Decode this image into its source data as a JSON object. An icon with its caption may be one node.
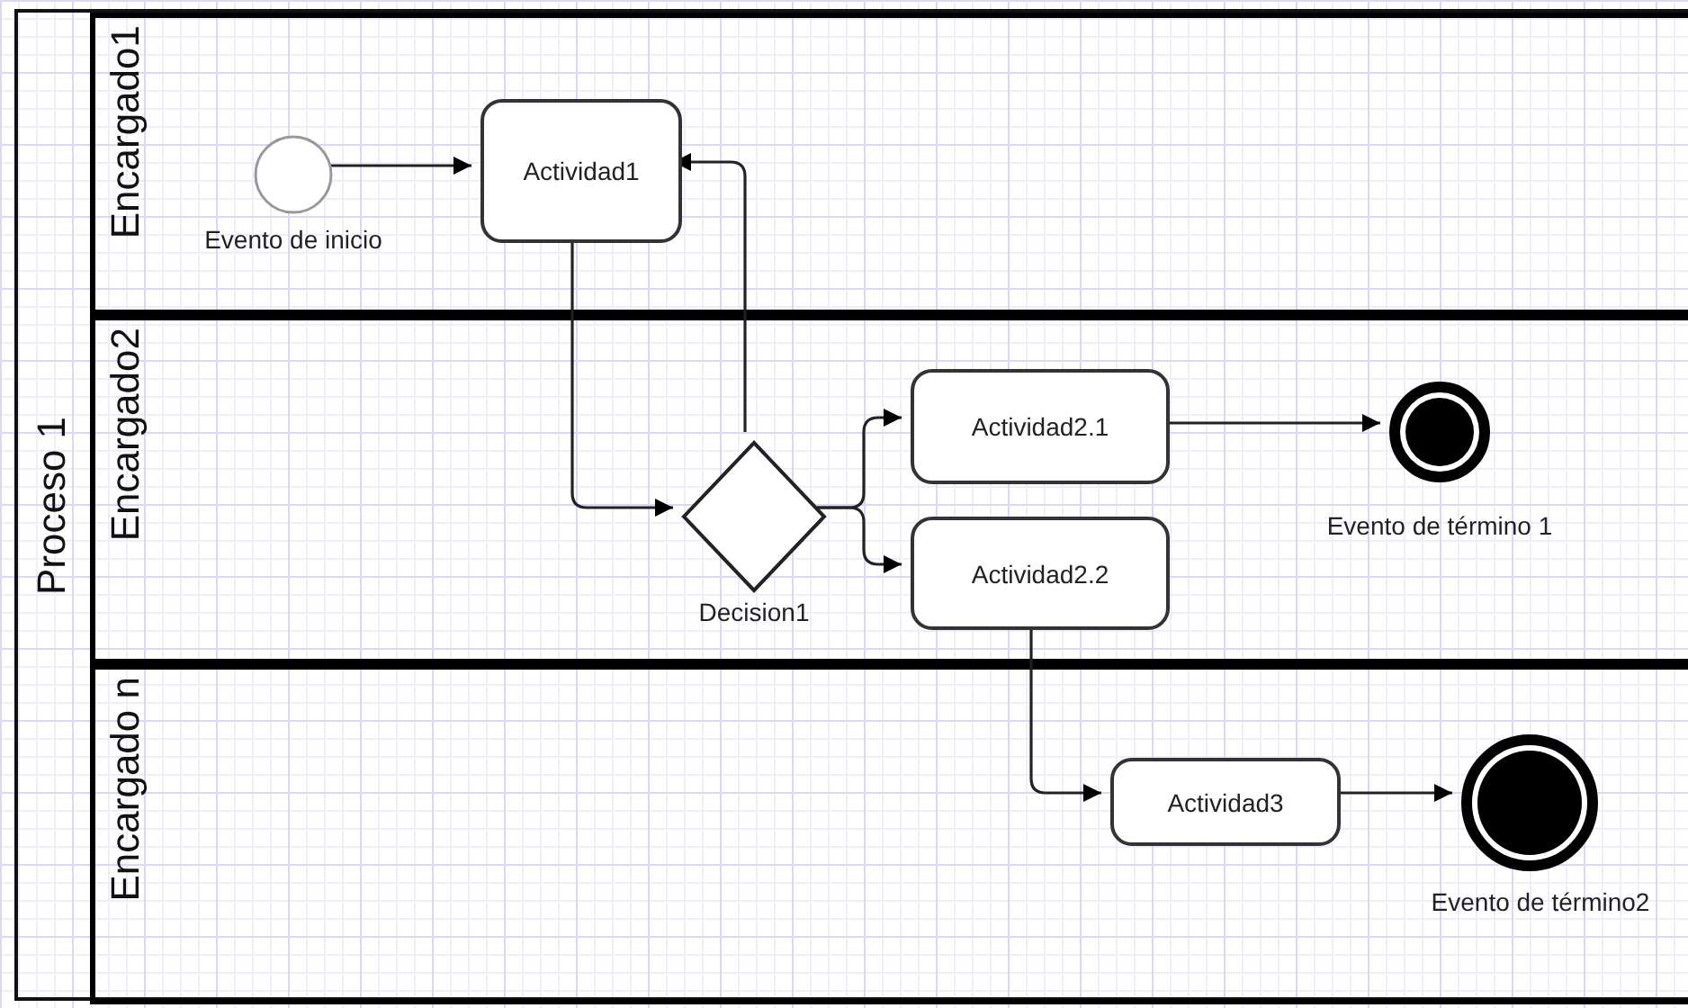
{
  "diagram": {
    "nodes": [
      {
        "text": [
          "Proceso 1"
        ]
      },
      {
        "text": [
          "Encargado1"
        ],
        "in": 0
      },
      {
        "text": [
          "Encargado2"
        ],
        "in": 0
      },
      {
        "text": [
          "Encargado n"
        ],
        "in": 0
      },
      {
        "text": [],
        "shape": "circle",
        "beside": [
          "Evento de inicio"
        ],
        "in": 1
      },
      {
        "text": [
          "Actividad1"
        ],
        "in": 1
      },
      {
        "text": [],
        "shape": "diamond",
        "beside": [
          "Decision1"
        ],
        "in": 2
      },
      {
        "text": [
          "Actividad2.1"
        ],
        "in": 2
      },
      {
        "text": [
          "Actividad2.2"
        ],
        "in": 2
      },
      {
        "text": [],
        "shape": "circle",
        "beside": [
          "Evento de término 1"
        ],
        "in": 2
      },
      {
        "text": [
          "Actividad3"
        ],
        "in": 3
      },
      {
        "text": [],
        "shape": "circle",
        "beside": [
          "Evento de término2"
        ],
        "in": 3
      }
    ],
    "edges": [
      {
        "from": 4,
        "to": 5,
        "arrow": "to"
      },
      {
        "from": 5,
        "to": 6,
        "arrow": "to"
      },
      {
        "from": 6,
        "to": 5,
        "arrow": "to"
      },
      {
        "from": 6,
        "to": 7,
        "arrow": "to"
      },
      {
        "from": 6,
        "to": 8,
        "arrow": "to"
      },
      {
        "from": 7,
        "to": 9,
        "arrow": "to"
      },
      {
        "from": 8,
        "to": 10,
        "arrow": "to"
      },
      {
        "from": 10,
        "to": 11,
        "arrow": "to"
      }
    ]
  }
}
